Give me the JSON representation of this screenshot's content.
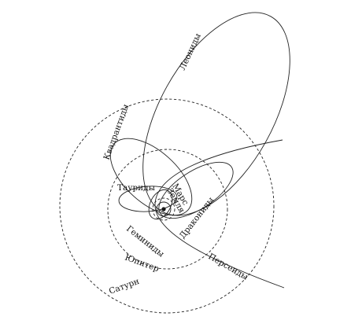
{
  "labels": {
    "saturn": "Сатурн",
    "jupiter": "Юпитер",
    "mars": "Марс",
    "earth": "Земля",
    "leonids": "Леониды",
    "quadrantids": "Квадрантиды",
    "taurids": "Тауриды",
    "geminids": "Геминиды",
    "draconids": "Дракониды",
    "perseids": "Персеиды"
  },
  "colors": {
    "line": "#222222",
    "text": "#111111",
    "background": "#ffffff"
  }
}
